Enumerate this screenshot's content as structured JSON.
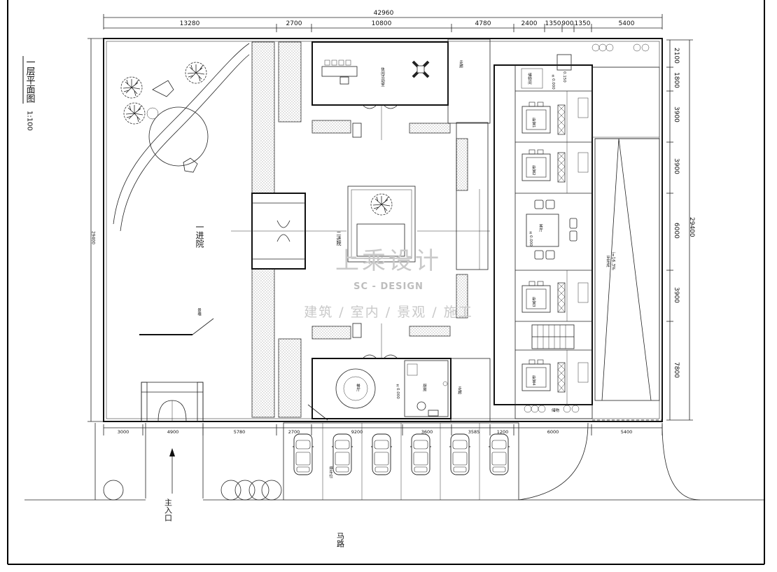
{
  "drawing": {
    "title": "一层平面图",
    "scale": "1:100",
    "watermark": {
      "brand": "上乘设计",
      "latin": "SC - DESIGN",
      "services": "建筑 / 室内 / 景观 / 施工"
    }
  },
  "dimensions": {
    "top_total": "42960",
    "top": [
      "13280",
      "2700",
      "10800",
      "4780",
      "2400",
      "1350",
      "900",
      "1350",
      "5400"
    ],
    "bottom": [
      "3000",
      "4900",
      "5780",
      "2700",
      "9200",
      "3600",
      "3585",
      "1200",
      "6000",
      "5400"
    ],
    "right": [
      "2100",
      "1800",
      "3900",
      "3900",
      "6000",
      "3900",
      "7800"
    ],
    "right_total": "29400",
    "left_total": "29400"
  },
  "labels": {
    "yard1": "一进院",
    "yard2": "二进院",
    "entrance": "主入口",
    "road": "马路",
    "ramp": "i=16.3%",
    "ramp_sub": "至车库",
    "level1": "±0.000",
    "level2": "±0.000",
    "level3": "±0.000",
    "step": "0.150",
    "dining": "餐厅",
    "kitchen": "厨房",
    "living": "客厅",
    "lounge": "休闲活动室",
    "bed1": "卧室1",
    "bed2": "卧室2",
    "bed3": "卧室3",
    "bed4": "卧室4",
    "corridor_a": "走廊",
    "corridor_b": "走廊",
    "storage_a": "储物间",
    "storage_b": "储物",
    "parking": "停车位",
    "pavilion": "景墙"
  }
}
